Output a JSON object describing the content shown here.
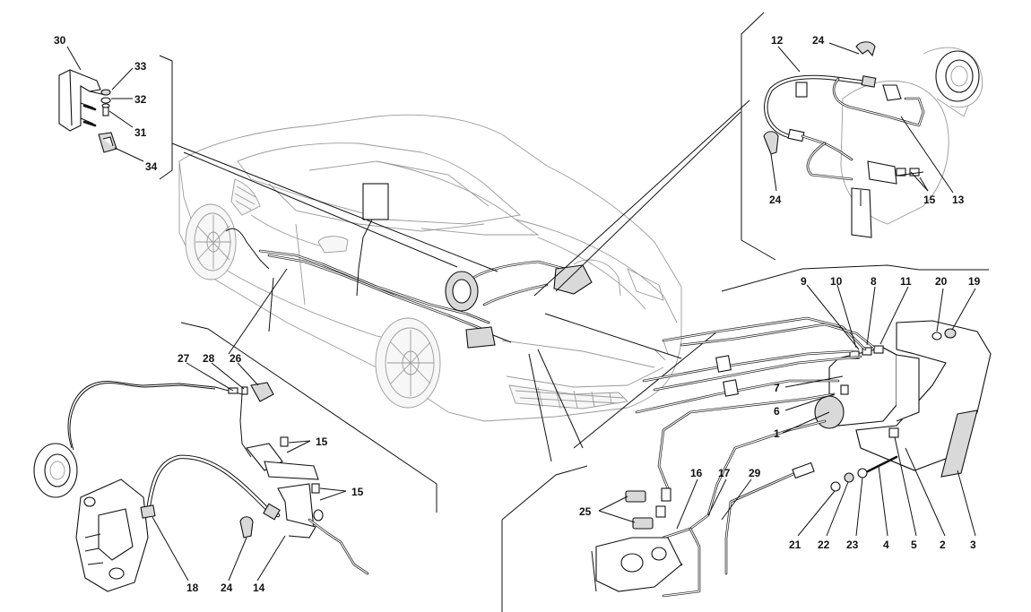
{
  "diagram": {
    "labels": {
      "l1": "1",
      "l2": "2",
      "l3": "3",
      "l4": "4",
      "l5": "5",
      "l6": "6",
      "l7": "7",
      "l8": "8",
      "l9": "9",
      "l10": "10",
      "l11": "11",
      "l12": "12",
      "l13": "13",
      "l14": "14",
      "l15a": "15",
      "l15b": "15",
      "l15c": "15",
      "l16": "16",
      "l17": "17",
      "l18": "18",
      "l19": "19",
      "l20": "20",
      "l21": "21",
      "l22": "22",
      "l23": "23",
      "l24a": "24",
      "l24b": "24",
      "l24c": "24",
      "l25": "25",
      "l26": "26",
      "l27": "27",
      "l28": "28",
      "l29": "29",
      "l30": "30",
      "l31": "31",
      "l32": "32",
      "l33": "33",
      "l34": "34"
    },
    "colors": {
      "line": "#111111",
      "car_outline": "#9a9a9a",
      "background": "#ffffff"
    }
  }
}
